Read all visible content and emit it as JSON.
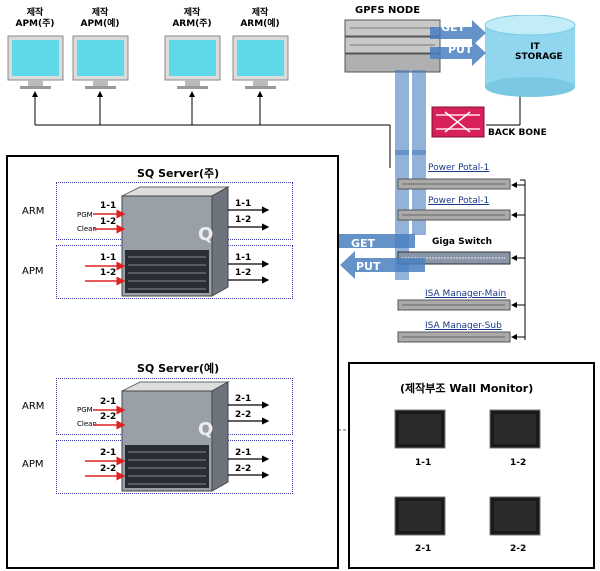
{
  "top_monitors": [
    {
      "line1": "제작",
      "line2": "APM(주)"
    },
    {
      "line1": "제작",
      "line2": "APM(예)"
    },
    {
      "line1": "제작",
      "line2": "ARM(주)"
    },
    {
      "line1": "제작",
      "line2": "ARM(예)"
    }
  ],
  "gpfs_node": "GPFS NODE",
  "get": "GET",
  "put": "PUT",
  "it_storage_line1": "IT",
  "it_storage_line2": "STORAGE",
  "backbone": "BACK BONE",
  "power_portal_1": "Power Potal-1",
  "power_portal_2": "Power Potal-1",
  "giga_switch": "Giga Switch",
  "isa_main": "ISA Manager-Main",
  "isa_sub": "ISA Manager-Sub",
  "sq_main": {
    "title": "SQ Server(주)",
    "arm": "ARM",
    "apm": "APM",
    "pgm": "PGM",
    "clean": "Clean",
    "arm_in": [
      "1-1",
      "1-2"
    ],
    "arm_out": [
      "1-1",
      "1-2"
    ],
    "apm_in": [
      "1-1",
      "1-2"
    ],
    "apm_out": [
      "1-1",
      "1-2"
    ]
  },
  "sq_backup": {
    "title": "SQ Server(예)",
    "arm": "ARM",
    "apm": "APM",
    "pgm": "PGM",
    "clean": "Clean",
    "arm_in": [
      "2-1",
      "2-2"
    ],
    "arm_out": [
      "2-1",
      "2-2"
    ],
    "apm_in": [
      "2-1",
      "2-2"
    ],
    "apm_out": [
      "2-1",
      "2-2"
    ]
  },
  "wall_monitor": {
    "title": "(제작부조 Wall Monitor)",
    "screens": [
      "1-1",
      "1-2",
      "2-1",
      "2-2"
    ]
  },
  "colors": {
    "blue_arrow": "#4a7fc0",
    "monitor_screen": "#5fd8e8",
    "red_arrow": "#e02020",
    "storage": "#8fd6ee"
  }
}
